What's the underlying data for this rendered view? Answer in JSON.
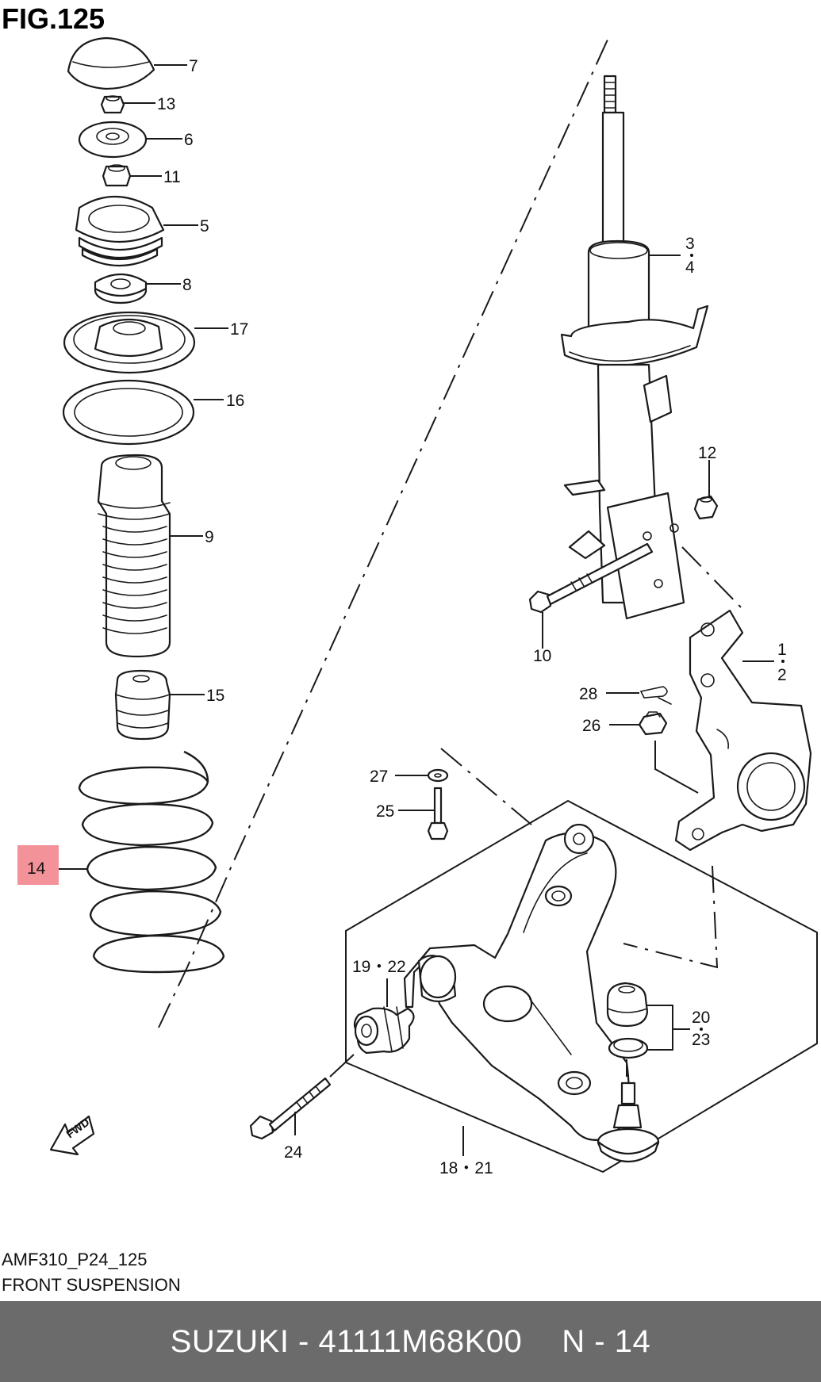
{
  "figure": {
    "title": "FIG.125",
    "code": "AMF310_P24_125",
    "name": "FRONT SUSPENSION"
  },
  "callouts": {
    "c7": "7",
    "c13": "13",
    "c6": "6",
    "c11": "11",
    "c5": "5",
    "c8": "8",
    "c17": "17",
    "c16": "16",
    "c9": "9",
    "c15": "15",
    "c14": "14",
    "c3": "3",
    "c4": "4",
    "c12": "12",
    "c10": "10",
    "c1": "1",
    "c2": "2",
    "c28": "28",
    "c26": "26",
    "c27": "27",
    "c25": "25",
    "c19_22": "19・22",
    "c20": "20",
    "c23": "23",
    "c24": "24",
    "c18_21": "18・21"
  },
  "highlight_color": "#f4929a",
  "fwd_label": "FWD",
  "footer": {
    "part_text": "SUZUKI - 41111M68K00",
    "ref_text": "N - 14",
    "background": "#6b6b6b"
  }
}
